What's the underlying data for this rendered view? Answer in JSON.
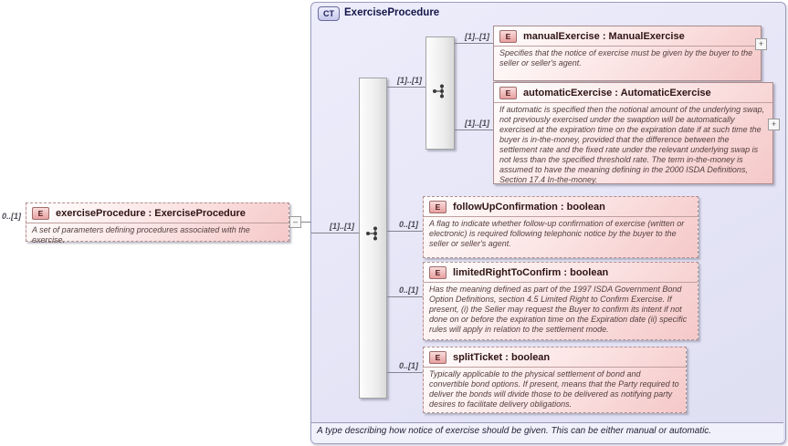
{
  "container": {
    "badge": "CT",
    "title": "ExerciseProcedure",
    "footer_annotation": "A type describing how notice of exercise should be given. This can be either manual or automatic."
  },
  "root_element": {
    "badge": "E",
    "label": "exerciseProcedure : ExerciseProcedure",
    "annotation": "A set of parameters defining procedures associated with the exercise.",
    "outer_cardinality": "0..[1]"
  },
  "connectors": {
    "root_to_sequence": "[1]..[1]",
    "sequence_to_choice": "[1]..[1]",
    "choice_to_manual": "[1]..[1]",
    "choice_to_automatic": "[1]..[1]",
    "sequence_to_followup": "0..[1]",
    "sequence_to_limited": "0..[1]",
    "sequence_to_split": "0..[1]"
  },
  "elements": [
    {
      "badge": "E",
      "label": "manualExercise : ManualExercise",
      "annotation": "Specifies that the notice of exercise must be given by the buyer to the seller or seller's agent."
    },
    {
      "badge": "E",
      "label": "automaticExercise : AutomaticExercise",
      "annotation": "If automatic is specified then the notional amount of the underlying swap, not previously exercised under the swaption will be automatically exercised at the expiration time on the expiration date if at such time the buyer is in-the-money, provided that the difference between the settlement rate and the fixed rate under the relevant underlying swap is not less than the specified threshold rate. The term in-the-money is assumed to have the meaning defining in the 2000 ISDA Definitions, Section 17.4 In-the-money."
    },
    {
      "badge": "E",
      "label": "followUpConfirmation : boolean",
      "annotation": "A flag to indicate whether follow-up confirmation of exercise (written or electronic) is required following telephonic notice by the buyer to the seller or seller's agent."
    },
    {
      "badge": "E",
      "label": "limitedRightToConfirm : boolean",
      "annotation": "Has the meaning defined as part of the 1997 ISDA Government Bond Option Definitions, section 4.5 Limited Right to Confirm Exercise. If present, (i) the Seller may request the Buyer to confirm its intent if not done on or before the expiration time on the Expiration date (ii) specific rules will apply in relation to the settlement mode."
    },
    {
      "badge": "E",
      "label": "splitTicket : boolean",
      "annotation": "Typically applicable to the physical settlement of bond and convertible bond options. If present, means that the Party required to deliver the bonds will divide those to be delivered as notifying party desires to facilitate delivery obligations."
    }
  ],
  "icons": {
    "collapse_handle": "–",
    "expand_handle": "+"
  }
}
